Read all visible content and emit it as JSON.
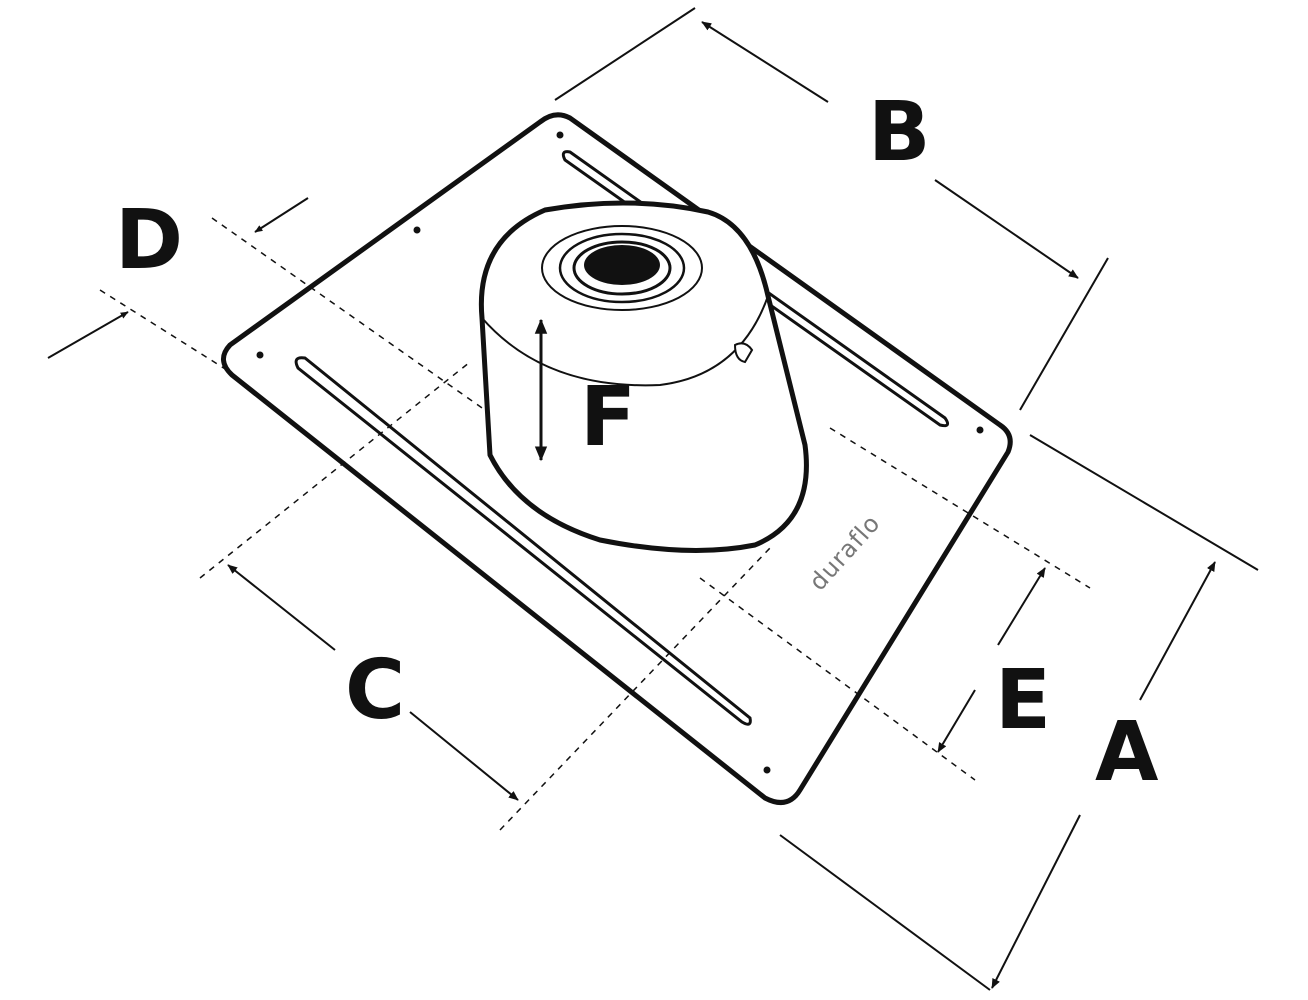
{
  "labels": {
    "a": "A",
    "b": "B",
    "c": "C",
    "d": "D",
    "e": "E",
    "f": "F"
  },
  "brand": "duraflo",
  "colors": {
    "stroke": "#111111",
    "background": "#ffffff",
    "brand_text": "#777777"
  }
}
